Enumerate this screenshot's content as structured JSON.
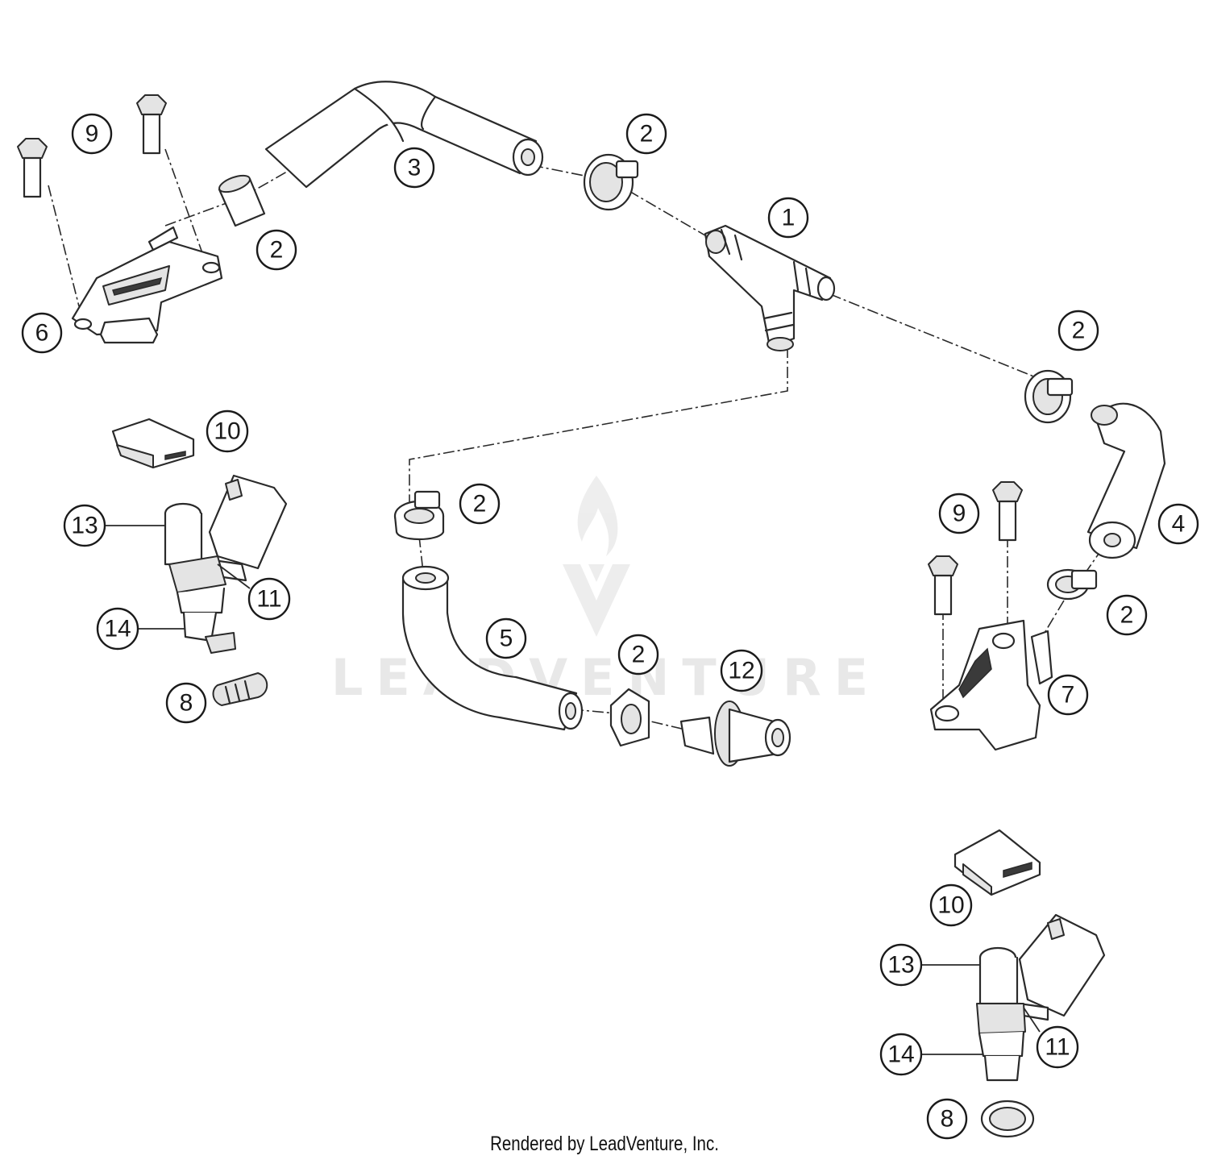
{
  "callouts": {
    "c1": "1",
    "c2a": "2",
    "c2b": "2",
    "c2c": "2",
    "c2d": "2",
    "c2e": "2",
    "c2f": "2",
    "c3": "3",
    "c4": "4",
    "c5": "5",
    "c6": "6",
    "c7": "7",
    "c8a": "8",
    "c8b": "8",
    "c9a": "9",
    "c9b": "9",
    "c10a": "10",
    "c10b": "10",
    "c11a": "11",
    "c11b": "11",
    "c12": "12",
    "c13a": "13",
    "c13b": "13",
    "c14a": "14",
    "c14b": "14"
  },
  "watermark": {
    "text": "LEADVENTURE"
  },
  "footer": {
    "text": "Rendered by LeadVenture, Inc."
  }
}
